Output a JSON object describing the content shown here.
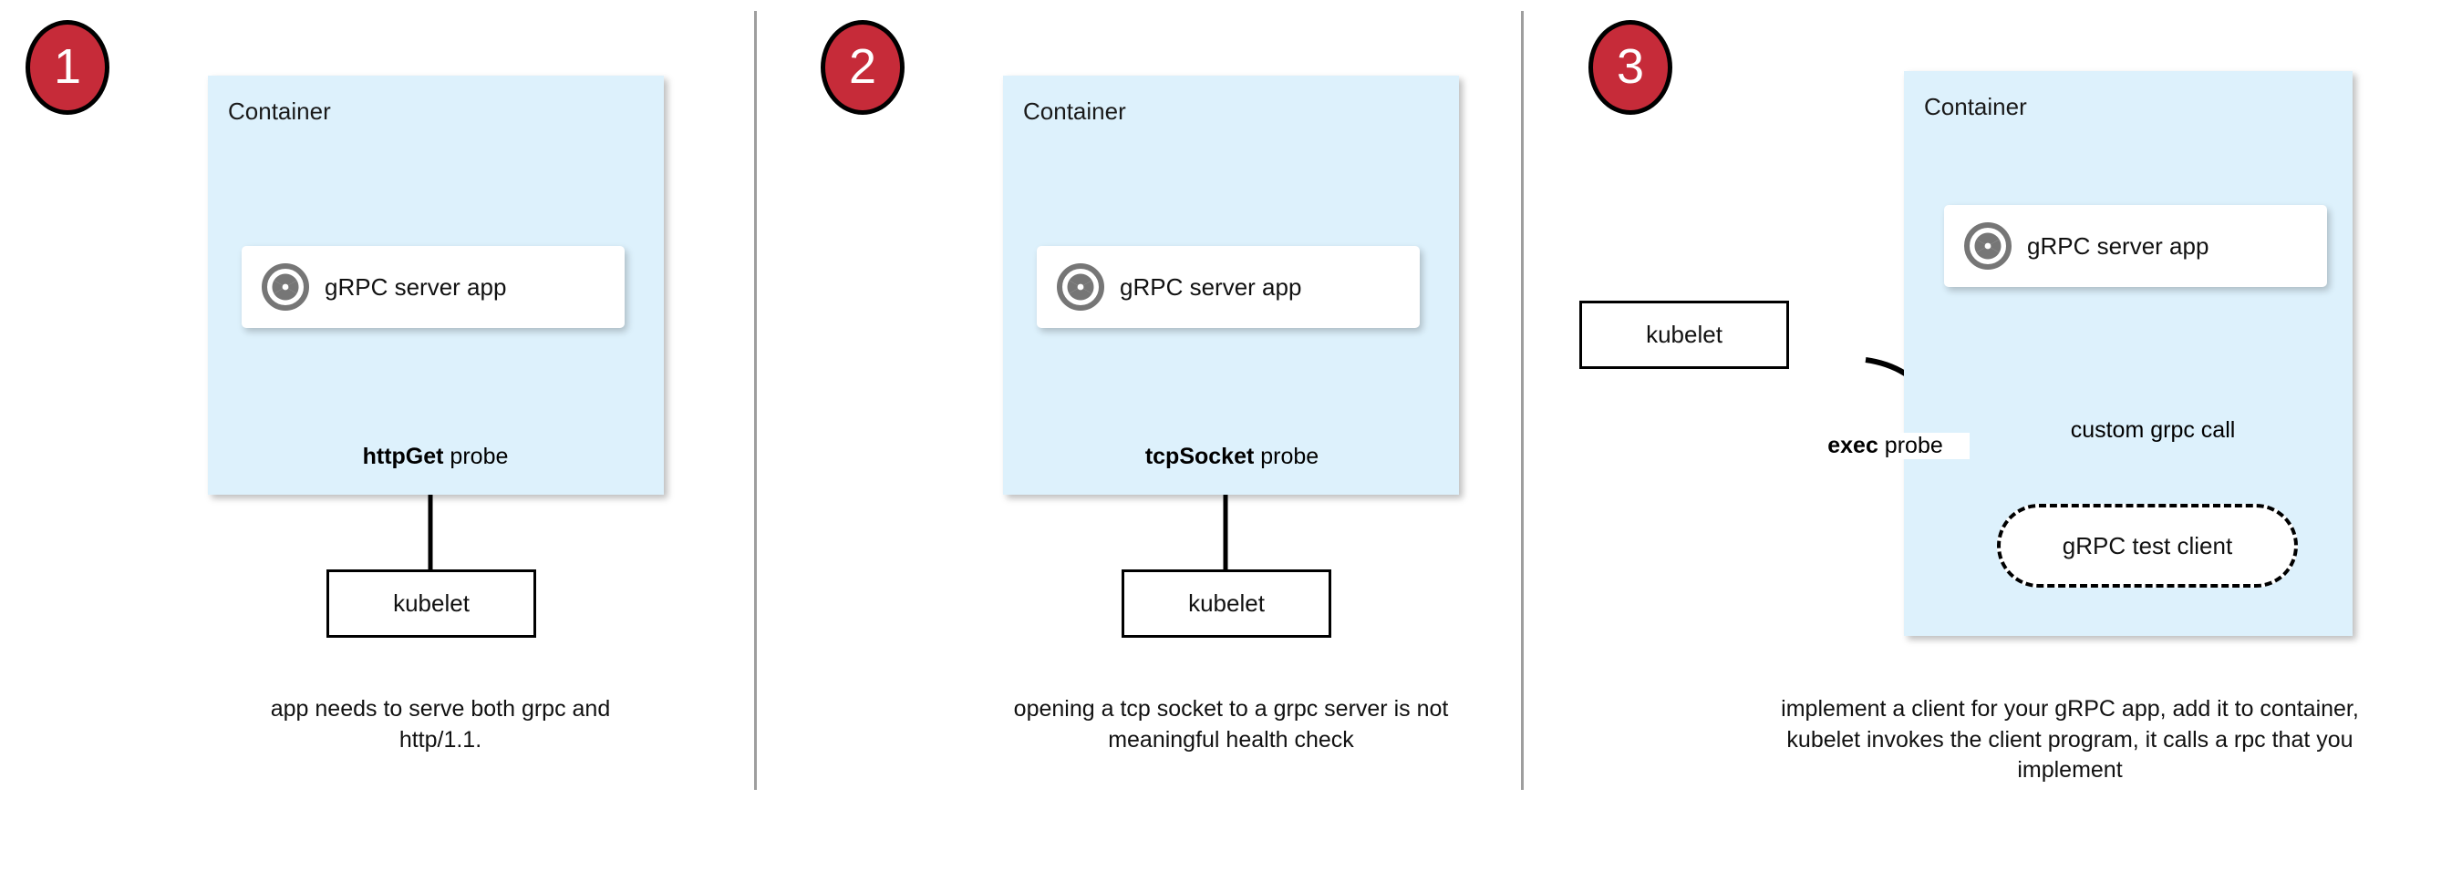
{
  "colors": {
    "badge_red": "#c62b39",
    "container_blue": "#ddf1fc",
    "divider_gray": "#9e9e9e",
    "icon_gray": "#767676",
    "stroke_black": "#000000",
    "card_white": "#ffffff"
  },
  "panels": [
    {
      "step": "1",
      "container_label": "Container",
      "app_label": "gRPC server app",
      "app_icon": "grpc-aperture-icon",
      "probe_label_bold": "httpGet",
      "probe_label_rest": " probe",
      "kubelet_label": "kubelet",
      "caption": "app needs to serve both grpc and http/1.1."
    },
    {
      "step": "2",
      "container_label": "Container",
      "app_label": "gRPC server app",
      "app_icon": "grpc-aperture-icon",
      "probe_label_bold": "tcpSocket",
      "probe_label_rest": " probe",
      "kubelet_label": "kubelet",
      "caption": "opening a tcp socket to a grpc server is not meaningful health check"
    },
    {
      "step": "3",
      "container_label": "Container",
      "app_label": "gRPC server app",
      "app_icon": "grpc-aperture-icon",
      "probe_label_bold": "exec",
      "probe_label_rest": " probe",
      "kubelet_label": "kubelet",
      "inner_call_label": "custom grpc call",
      "test_client_label": "gRPC test client",
      "caption": "implement a client for your gRPC app, add it to container, kubelet invokes the client program, it calls a rpc that you implement"
    }
  ]
}
